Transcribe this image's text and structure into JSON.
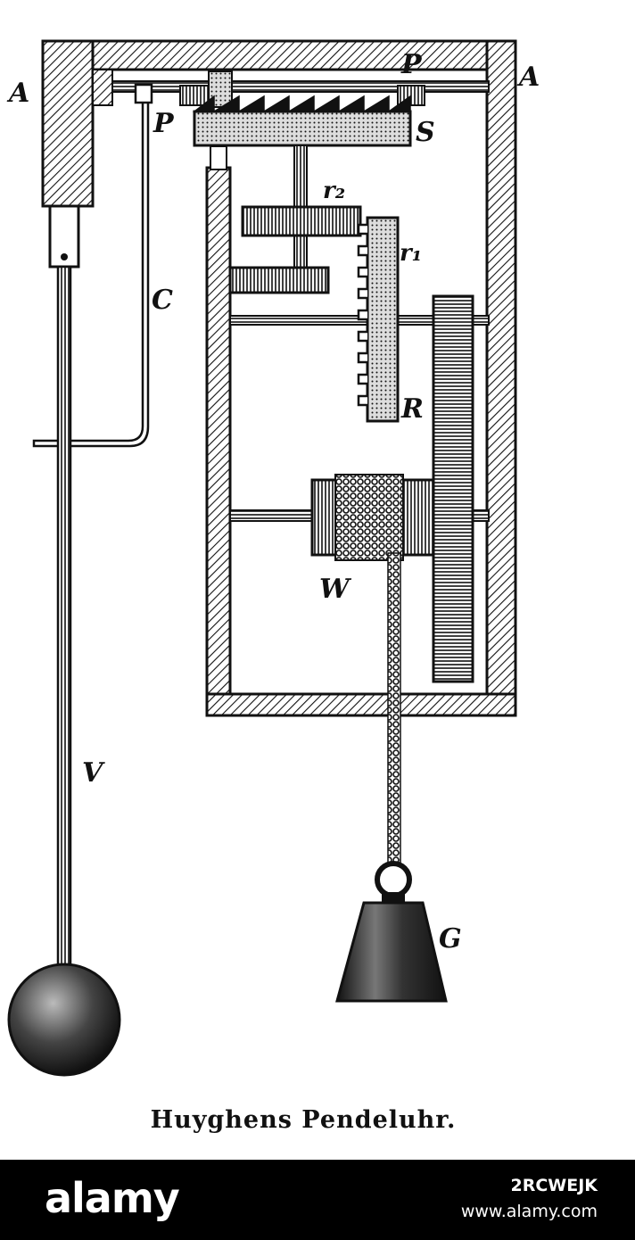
{
  "diagram": {
    "caption": "Huyghens Pendeluhr.",
    "labels": {
      "a_left": "A",
      "a_right": "A",
      "p_top": "P",
      "p_left": "P",
      "s": "S",
      "r2": "r₂",
      "r1": "r₁",
      "c": "C",
      "r": "R",
      "w": "W",
      "v": "V",
      "g": "G"
    }
  },
  "watermark": {
    "logo": "alamy",
    "image_id": "2RCWEJK",
    "url": "www.alamy.com"
  },
  "colors": {
    "ink": "#111111",
    "paper": "#ffffff",
    "footer": "#000000"
  }
}
